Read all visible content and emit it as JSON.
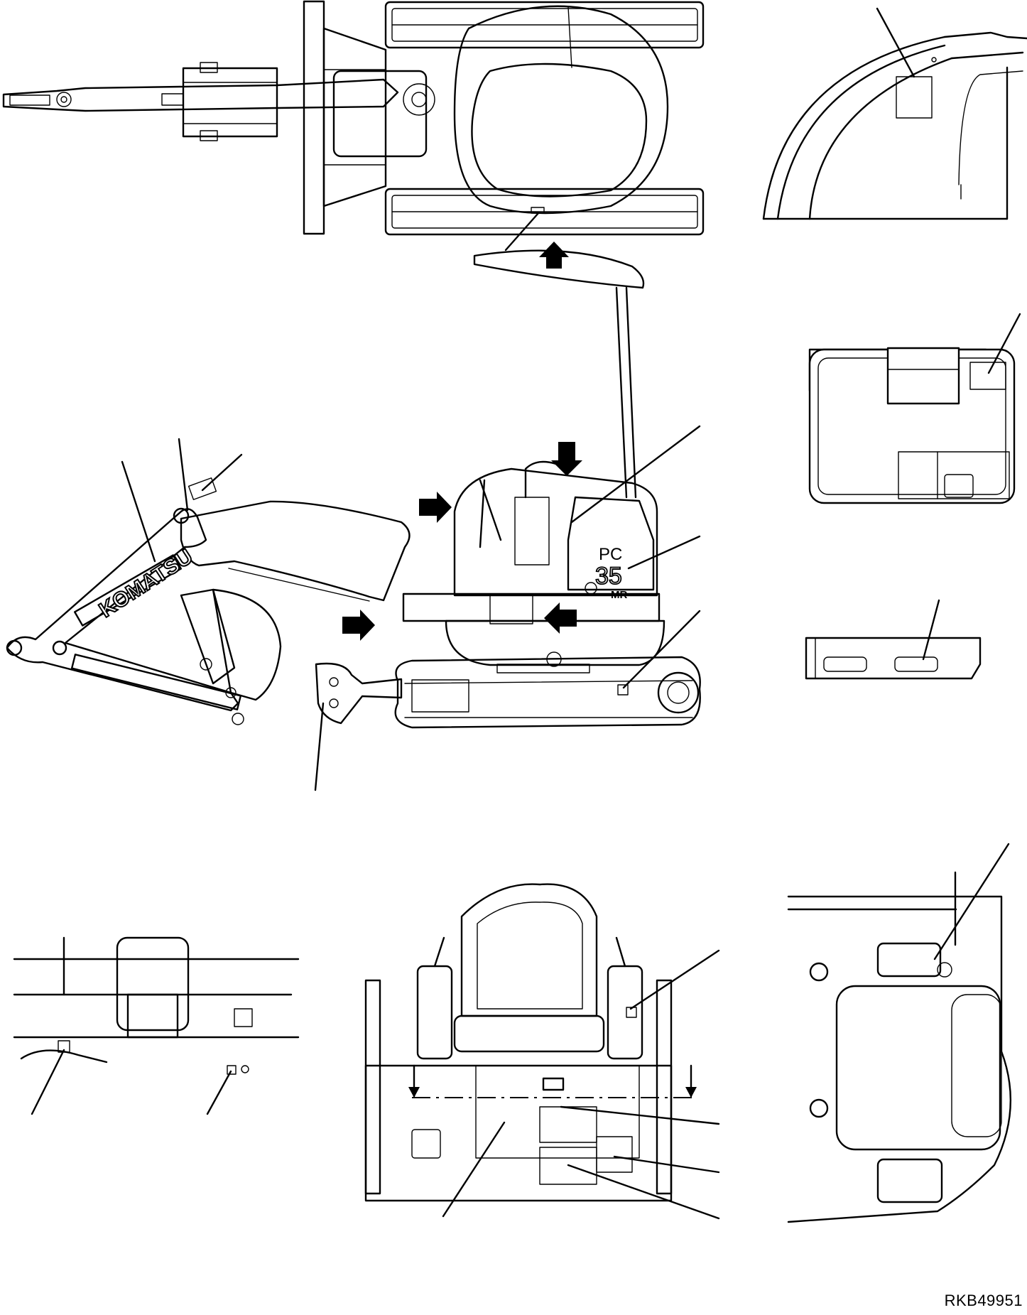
{
  "drawing": {
    "code": "RKB49951",
    "decal_marks": {
      "arm_brand": "KOMATSU",
      "model_top": "PC",
      "model_number": "35",
      "model_suffix": "MR"
    }
  }
}
